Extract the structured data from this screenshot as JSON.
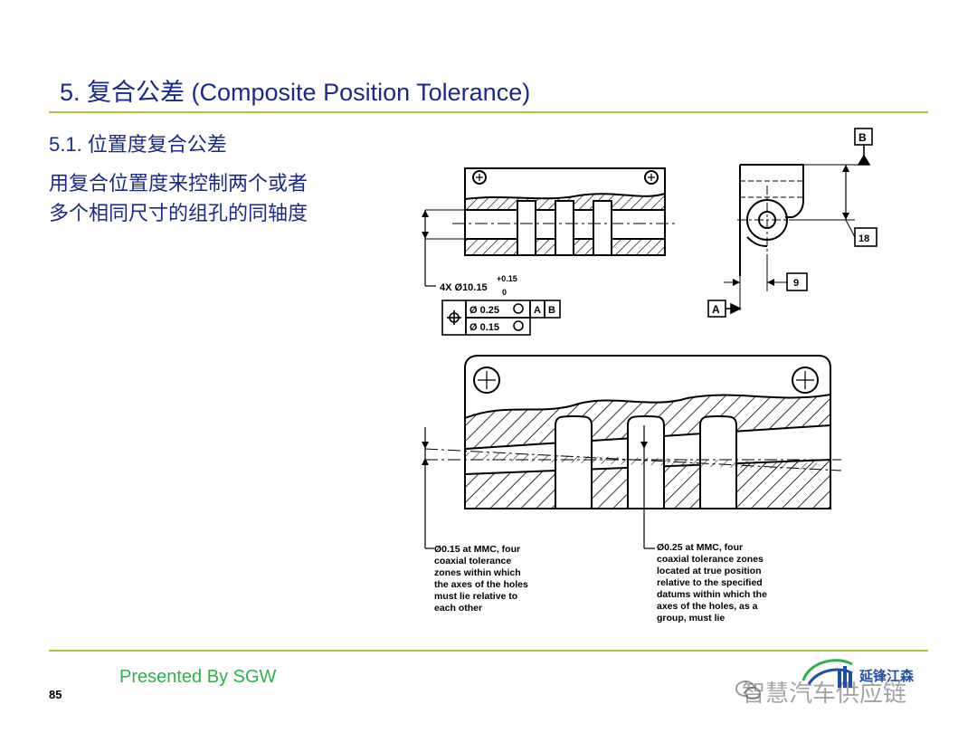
{
  "slide": {
    "title": "5. 复合公差 (Composite Position Tolerance)",
    "section_heading": "5.1. 位置度复合公差",
    "body_line_1": "用复合位置度来控制两个或者",
    "body_line_2": "多个相同尺寸的组孔的同轴度"
  },
  "drawing": {
    "hole_callout": "4X  Ø10.15",
    "hole_tol_upper": "+0.15",
    "hole_tol_lower": "0",
    "fcf_row1_tol": "Ø 0.25",
    "fcf_row2_tol": "Ø 0.15",
    "fcf_datum_a": "A",
    "fcf_datum_b": "B",
    "datum_b_label": "B",
    "datum_a_label": "A",
    "dim_18": "18",
    "dim_9": "9",
    "note_left": [
      "Ø0.15 at MMC, four",
      "coaxial tolerance",
      "zones within which",
      "the axes of the holes",
      "must lie relative to",
      "each other"
    ],
    "note_right": [
      "Ø0.25 at MMC, four",
      "coaxial tolerance zones",
      "located at true position",
      "relative to the specified",
      "datums within which the",
      "axes of the holes, as a",
      "group, must lie"
    ]
  },
  "footer": {
    "presenter": "Presented By SGW",
    "page_number": "85",
    "logo_text": "延锋江森",
    "watermark": "智慧汽车供应链"
  },
  "colors": {
    "title": "#1a2a8c",
    "rule": "#a6c93a",
    "footer_text": "#2bb24c"
  }
}
